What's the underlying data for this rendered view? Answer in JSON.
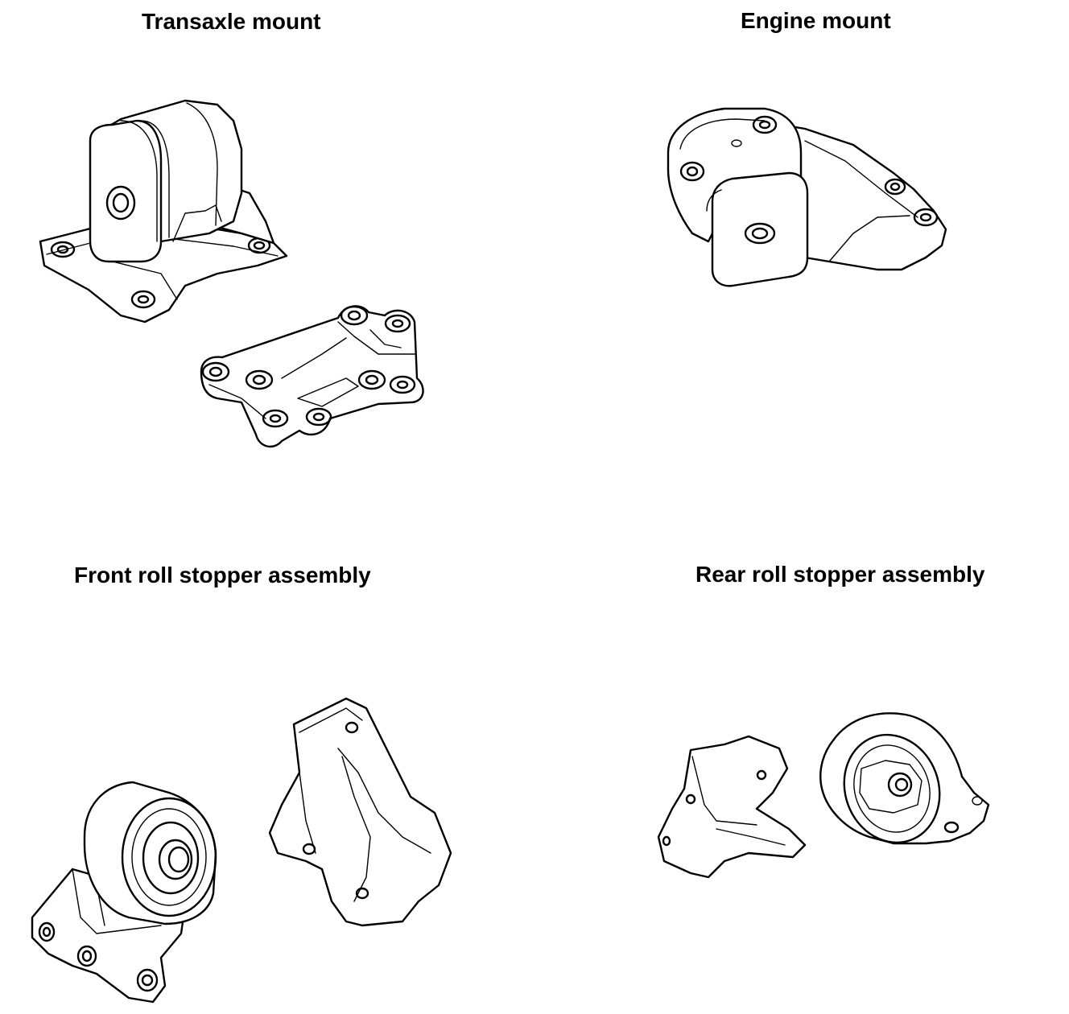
{
  "labels": {
    "transaxle_mount": "Transaxle mount",
    "engine_mount": "Engine mount",
    "front_roll_stopper": "Front roll stopper assembly",
    "rear_roll_stopper": "Rear roll stopper assembly"
  },
  "colors": {
    "ink": "#000000",
    "background": "#ffffff"
  }
}
